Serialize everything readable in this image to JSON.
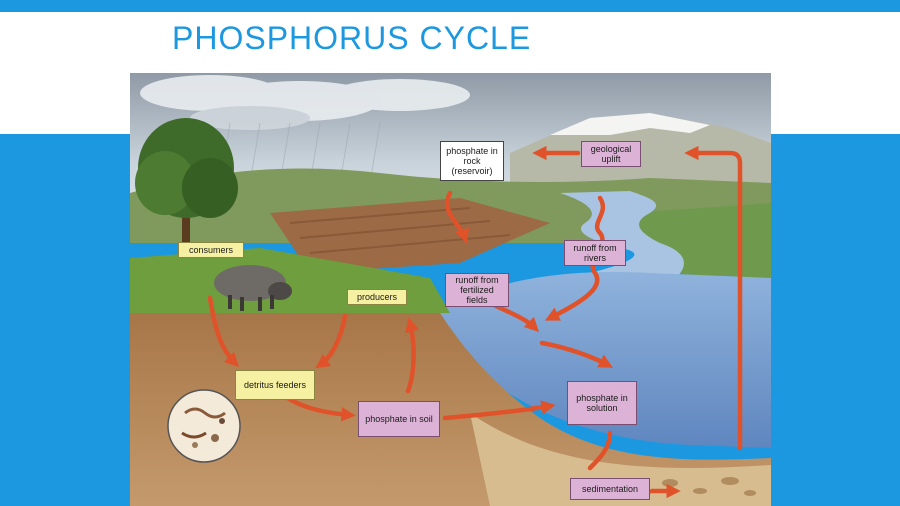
{
  "slide": {
    "title": "PHOSPHORUS CYCLE",
    "accent_color": "#1c98e0"
  },
  "diagram": {
    "labels": {
      "phosphate_rock": "phosphate in rock (reservoir)",
      "geological_uplift": "geological uplift",
      "runoff_rivers": "runoff from rivers",
      "runoff_fields": "runoff from fertilized fields",
      "consumers": "consumers",
      "producers": "producers",
      "detritus_feeders": "detritus feeders",
      "phosphate_soil": "phosphate in soil",
      "phosphate_solution": "phosphate in solution",
      "sedimentation": "sedimentation"
    },
    "colors": {
      "arrow": "#e0522a",
      "process_box": "#dcb3d6",
      "organism_box": "#f6f0a2",
      "reservoir_box": "#ffffff",
      "water": "#7fa6d6",
      "soil": "#b98a5e"
    }
  }
}
